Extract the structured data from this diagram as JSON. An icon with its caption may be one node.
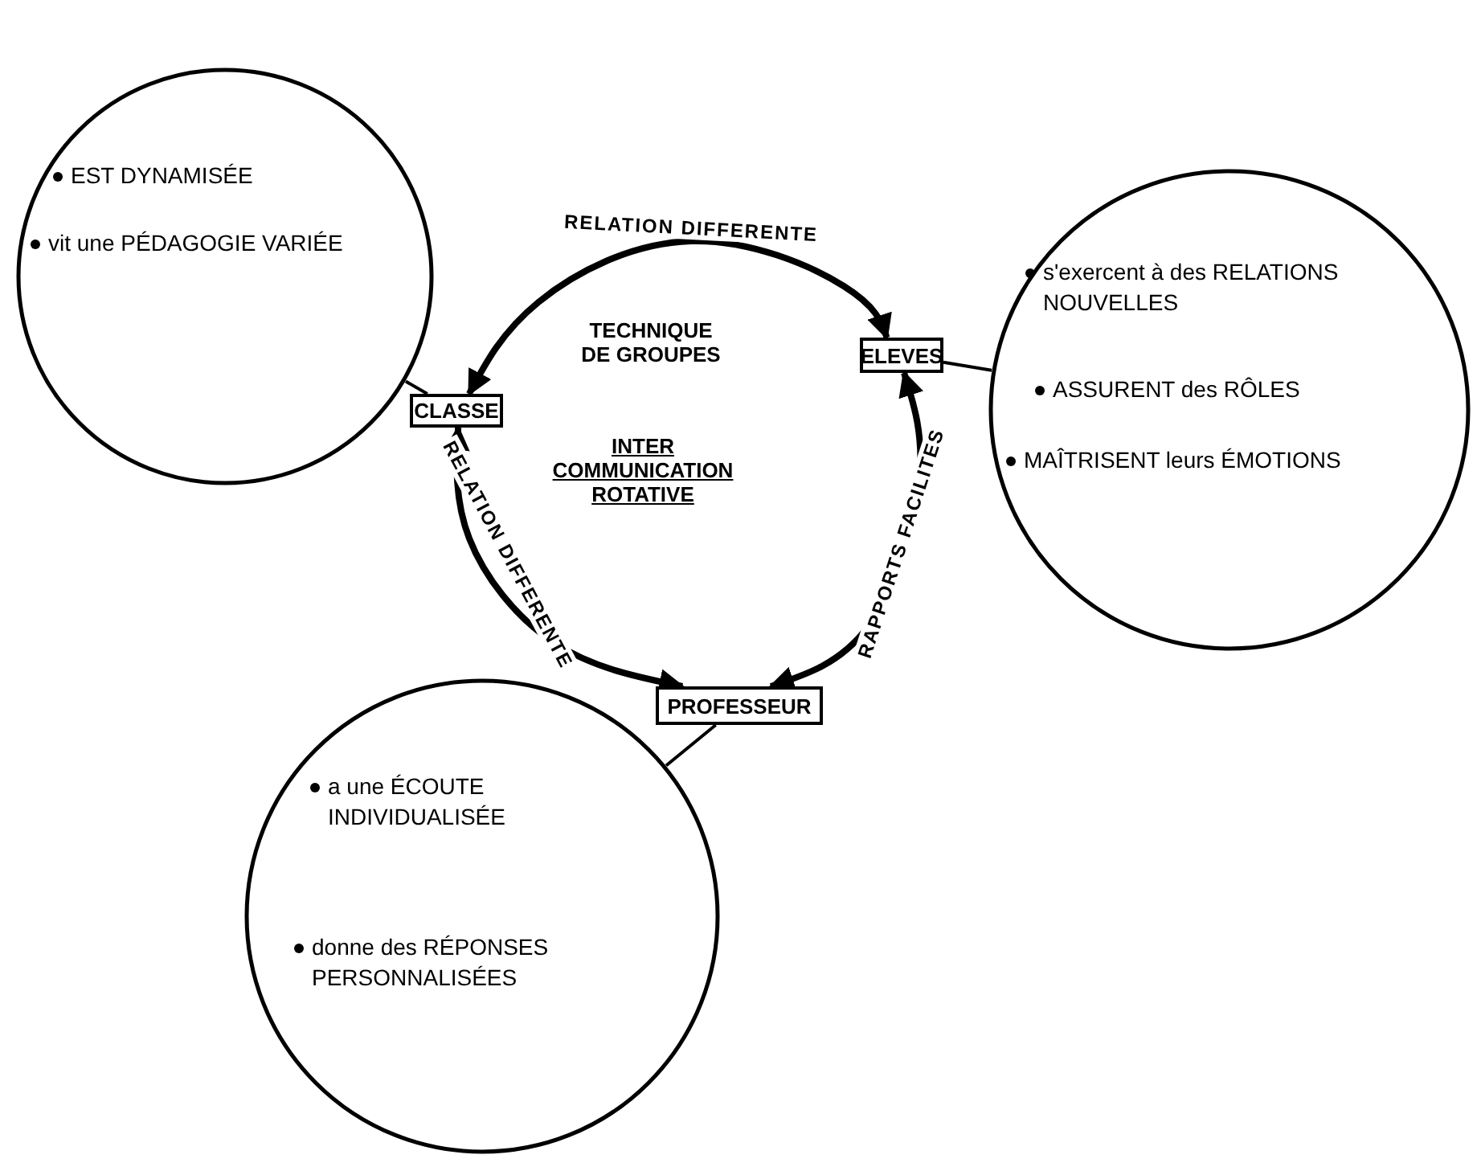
{
  "diagram": {
    "nodes": [
      {
        "text": [
          "EST DYNAMISÉE",
          "vit une PÉDAGOGIE VARIÉE"
        ]
      },
      {
        "text": [
          "CLASSE"
        ]
      },
      {
        "text": [
          "ELEVES"
        ]
      },
      {
        "text": [
          "s'exercent à des RELATIONS NOUVELLES",
          "ASSURENT des RÔLES",
          "MAÎTRISENT leurs ÉMOTIONS"
        ]
      },
      {
        "text": [
          "PROFESSEUR"
        ]
      },
      {
        "text": [
          "a une ÉCOUTE INDIVIDUALISÉE",
          "donne des RÉPONSES PERSONNALISÉES"
        ]
      }
    ],
    "edges": [
      {
        "from": 1,
        "to": 2,
        "arrow": "both",
        "label": "RELATION DIFFERENTE",
        "style": "thick"
      },
      {
        "from": 1,
        "to": 4,
        "arrow": "both",
        "label": "RELATION DIFFERENTE",
        "style": "thick"
      },
      {
        "from": 4,
        "to": 2,
        "arrow": "both",
        "label": "RAPPORTS FACILITES",
        "style": "thick"
      },
      {
        "from": 0,
        "to": 1,
        "arrow": "none"
      },
      {
        "from": 3,
        "to": 2,
        "arrow": "none"
      },
      {
        "from": 5,
        "to": 4,
        "arrow": "none"
      }
    ],
    "labels": [
      "TECHNIQUE DE GROUPES",
      "INTER COMMUNICATION ROTATIVE"
    ]
  }
}
